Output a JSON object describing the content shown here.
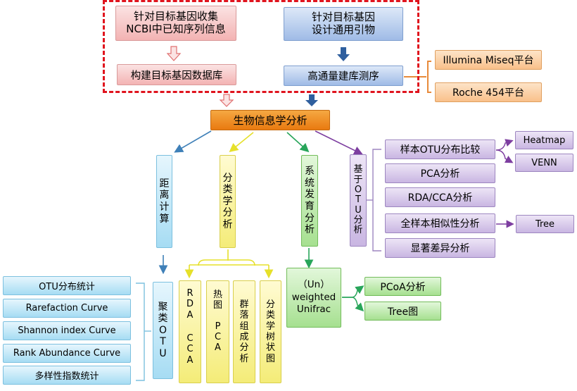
{
  "top": {
    "collect_ncbi": [
      "针对目标基因收集",
      "NCBI中已知序列信息"
    ],
    "design_primers": [
      "针对目标基因",
      "设计通用引物"
    ],
    "build_database": "构建目标基因数据库",
    "hts_library": "高通量建库测序",
    "illumina": "Illumina Miseq平台",
    "roche": "Roche 454平台"
  },
  "bioinfo": "生物信息学分析",
  "branches": {
    "distance": [
      "距",
      "离",
      "计",
      "算"
    ],
    "taxonomy": [
      "分",
      "类",
      "学",
      "分",
      "析"
    ],
    "phylogeny": [
      "系",
      "统",
      "发",
      "育",
      "分",
      "析"
    ],
    "otu_based": [
      "基",
      "于",
      "O",
      "T",
      "U",
      "分",
      "析"
    ]
  },
  "otu_analyses": {
    "sample_compare": "样本OTU分布比较",
    "pca": "PCA分析",
    "rda_cca": "RDA/CCA分析",
    "similarity": "全样本相似性分析",
    "significance": "显著差异分析",
    "heatmap": "Heatmap",
    "venn": "VENN",
    "tree": "Tree"
  },
  "left_list": {
    "items": [
      "OTU分布统计",
      "Rarefaction Curve",
      "Shannon index Curve",
      "Rank Abundance Curve",
      "多样性指数统计"
    ]
  },
  "cluster_otu": [
    "聚",
    "类",
    "O",
    "T",
    "U"
  ],
  "taxonomy_sub": {
    "rda_cca": [
      "R",
      "D",
      "A",
      "",
      "C",
      "C",
      "A"
    ],
    "heat_pca": [
      "热",
      "图",
      "",
      "P",
      "C",
      "A"
    ],
    "community": [
      "群",
      "落",
      "组",
      "成",
      "分",
      "析"
    ],
    "tax_tree": [
      "分",
      "类",
      "学",
      "树",
      "状",
      "图"
    ]
  },
  "unifrac": [
    "（Un）",
    "weighted",
    "Unifrac"
  ],
  "phylo_out": {
    "pcoa": "PCoA分析",
    "tree_fig": "Tree图"
  },
  "colors": {
    "dashed_border": "#e0141e",
    "bioinfo_box": "#ef8a1c",
    "arrow_blue": "#3f80b8",
    "arrow_yellow": "#e6e02a",
    "arrow_green": "#28a55a",
    "arrow_purple": "#7d3ea0"
  }
}
